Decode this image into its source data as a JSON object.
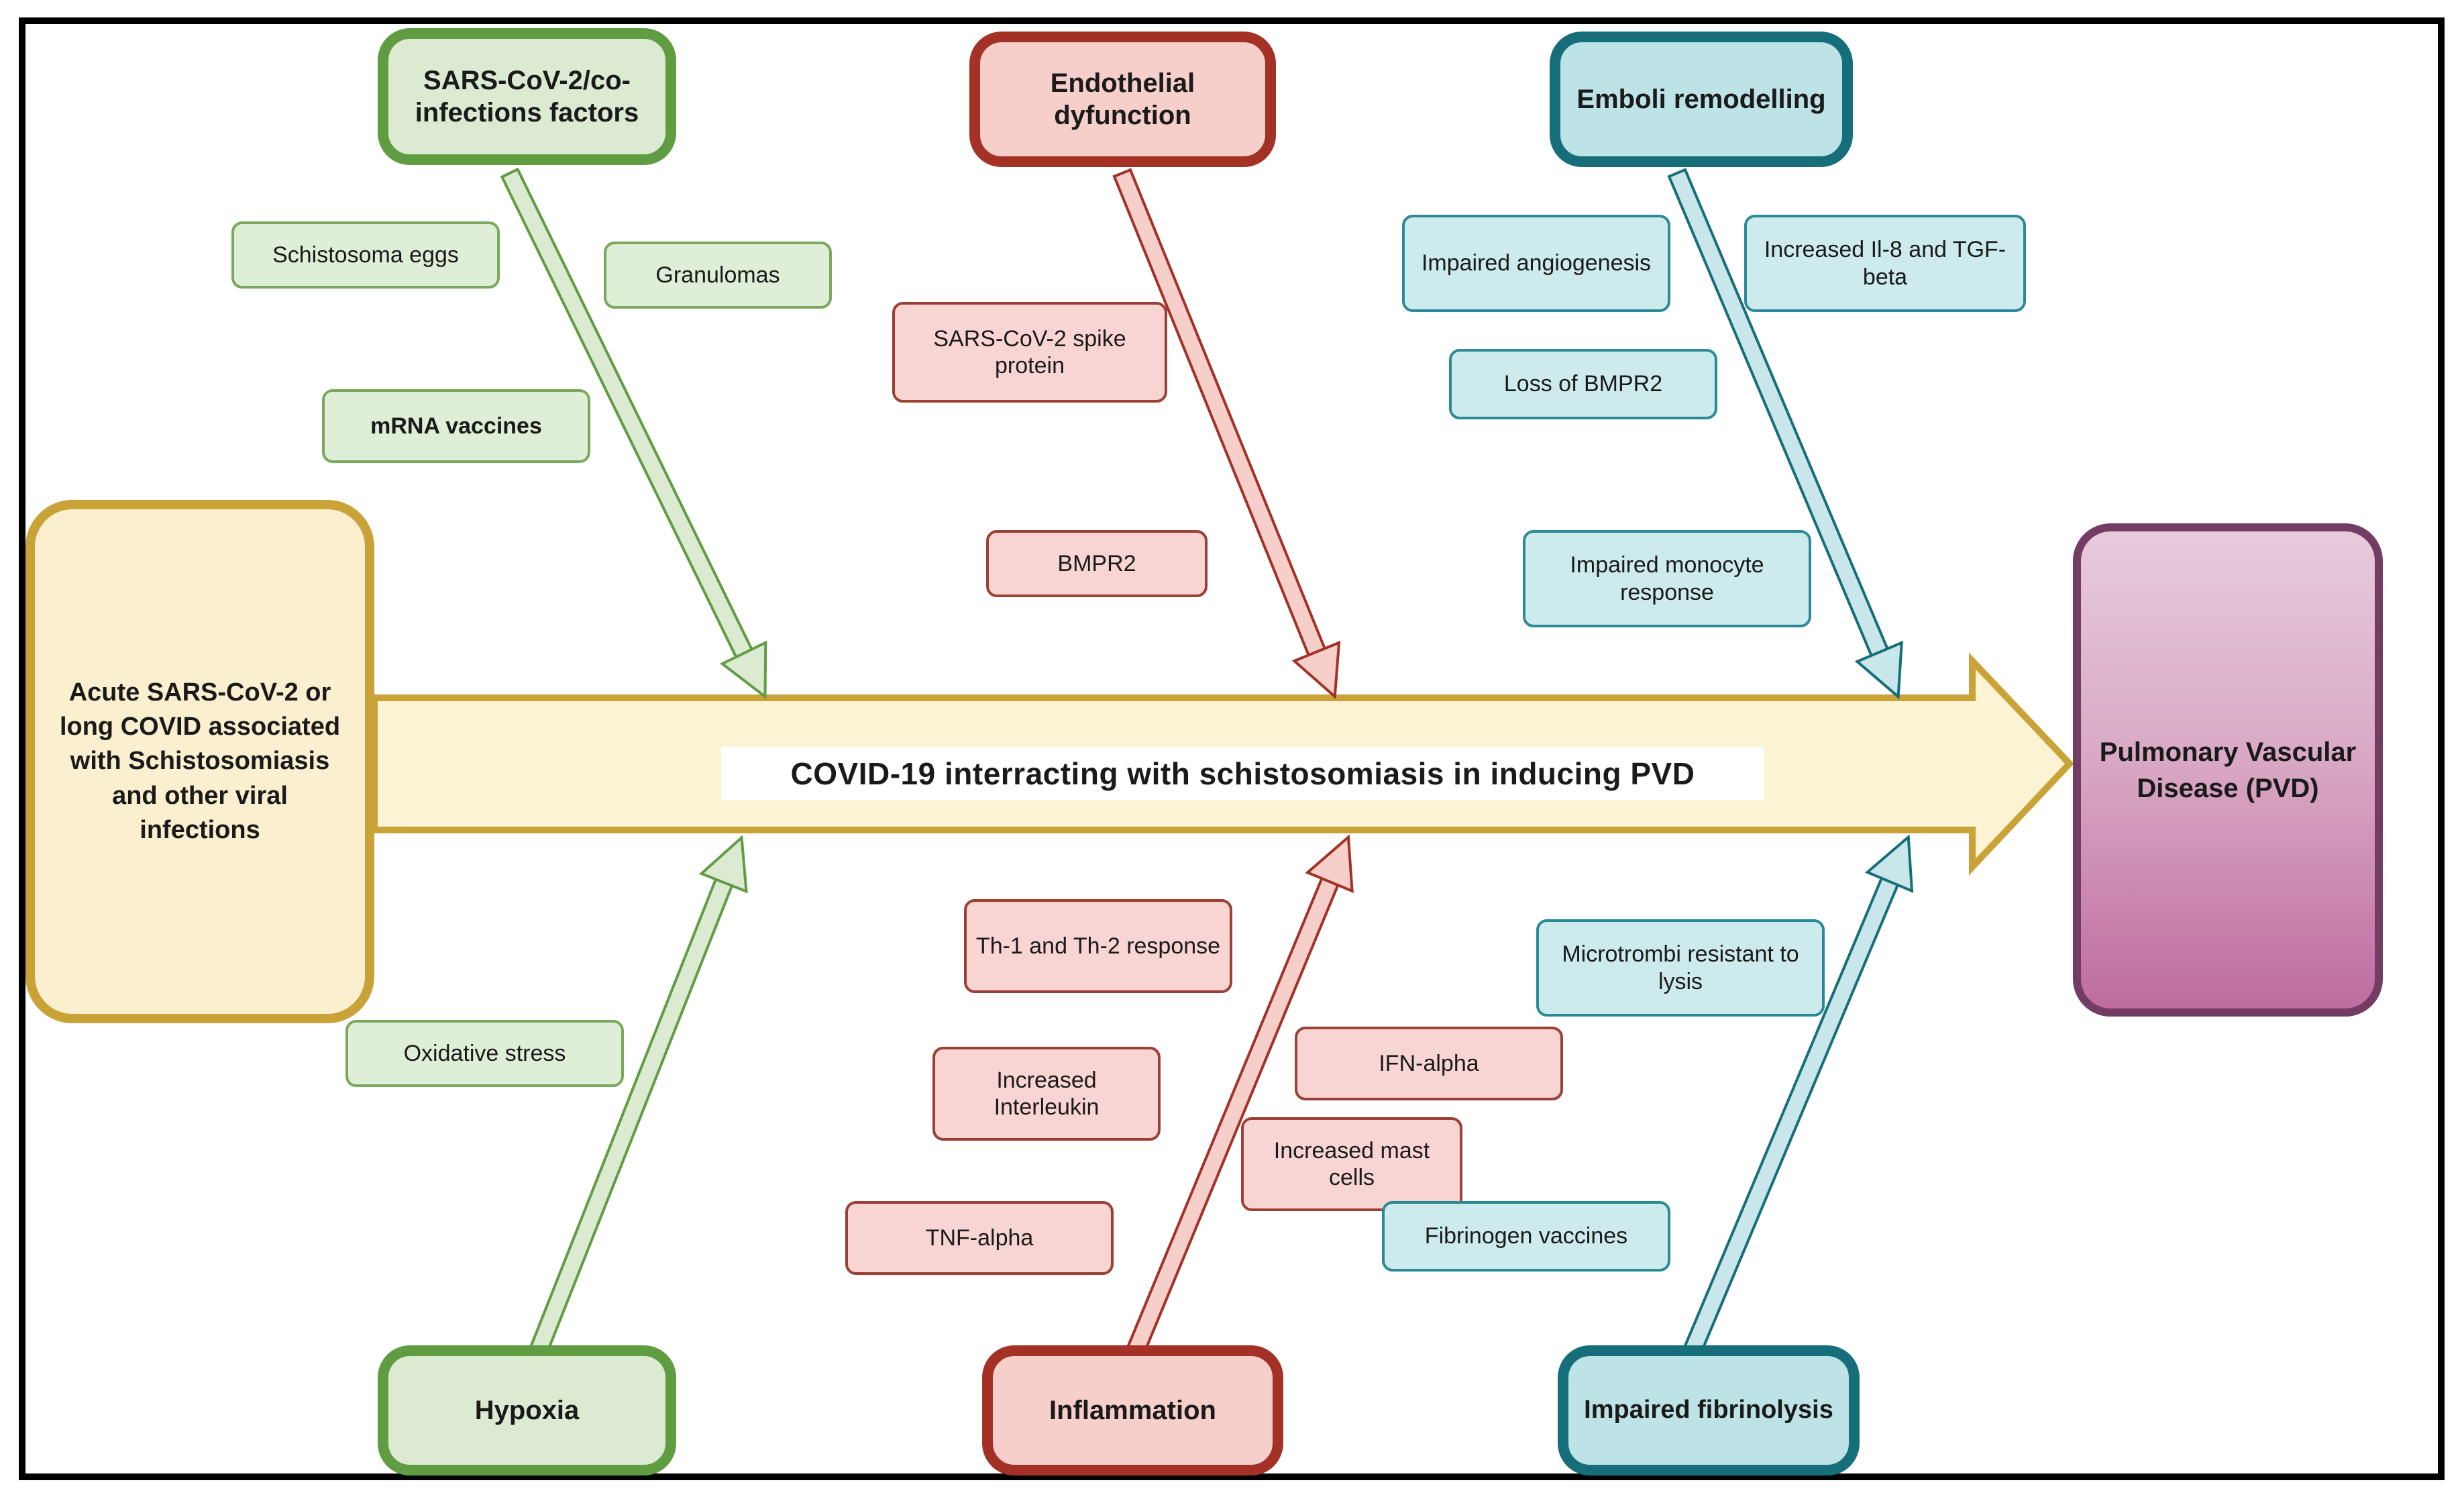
{
  "diagram": {
    "source": {
      "label": "Acute SARS-CoV-2 or long COVID associated with Schistosomiasis and other viral infections"
    },
    "outcome": {
      "label": "Pulmonary Vascular Disease (PVD)"
    },
    "center_arrow": {
      "label": "COVID-19 interracting with schistosomiasis in inducing PVD"
    },
    "branches": {
      "co_infections": {
        "label": "SARS-CoV-2/co-infections factors",
        "factors": [
          "Schistosoma eggs",
          "Granulomas",
          "mRNA vaccines"
        ]
      },
      "endothelial": {
        "label": "Endothelial dyfunction",
        "factors": [
          "SARS-CoV-2 spike protein",
          "BMPR2"
        ]
      },
      "emboli": {
        "label": "Emboli remodelling",
        "factors": [
          "Impaired angiogenesis",
          "Increased Il-8 and TGF-beta",
          "Loss of BMPR2",
          "Impaired monocyte response"
        ]
      },
      "hypoxia": {
        "label": "Hypoxia",
        "factors": [
          "Oxidative stress"
        ]
      },
      "inflammation": {
        "label": "Inflammation",
        "factors": [
          "Th-1 and Th-2 response",
          "Increased Interleukin",
          "IFN-alpha",
          "Increased mast cells",
          "TNF-alpha"
        ]
      },
      "fibrinolysis": {
        "label": "Impaired fibrinolysis",
        "factors": [
          "Microtrombi resistant to lysis",
          "Fibrinogen vaccines"
        ]
      }
    },
    "colors": {
      "green_fill": "#dfeed6",
      "green_border": "#5f9c42",
      "red_fill": "#f8d5d2",
      "red_border": "#a33125",
      "teal_fill": "#cdebed",
      "teal_border": "#156e79",
      "yellow_fill": "#faf0cf",
      "yellow_border": "#c9a337",
      "purple_fill_top": "#e7cbdc",
      "purple_fill_bottom": "#be6ca0",
      "purple_border": "#733c63",
      "frame": "#000000"
    }
  }
}
